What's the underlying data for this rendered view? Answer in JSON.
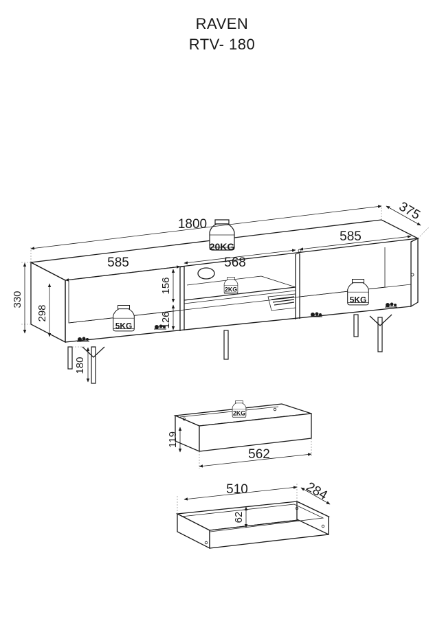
{
  "header": {
    "model_name": "RAVEN",
    "model_code": "RTV- 180"
  },
  "dimensions": {
    "cabinet": {
      "total_width": "1800",
      "depth": "375",
      "height": "330",
      "inner_height": "298",
      "leg_height": "180",
      "left_section_width": "585",
      "right_section_width": "585",
      "middle_section_width": "568",
      "middle_upper_height": "156",
      "middle_lower_height": "126"
    },
    "drawer_front": {
      "width": "562",
      "height": "119"
    },
    "drawer_box": {
      "width": "510",
      "depth": "284",
      "height": "62"
    }
  },
  "load_labels": {
    "top": "20KG",
    "left_shelf": "5KG",
    "middle_shelf": "2KG",
    "right_shelf": "5KG",
    "drawer": "2KG"
  }
}
